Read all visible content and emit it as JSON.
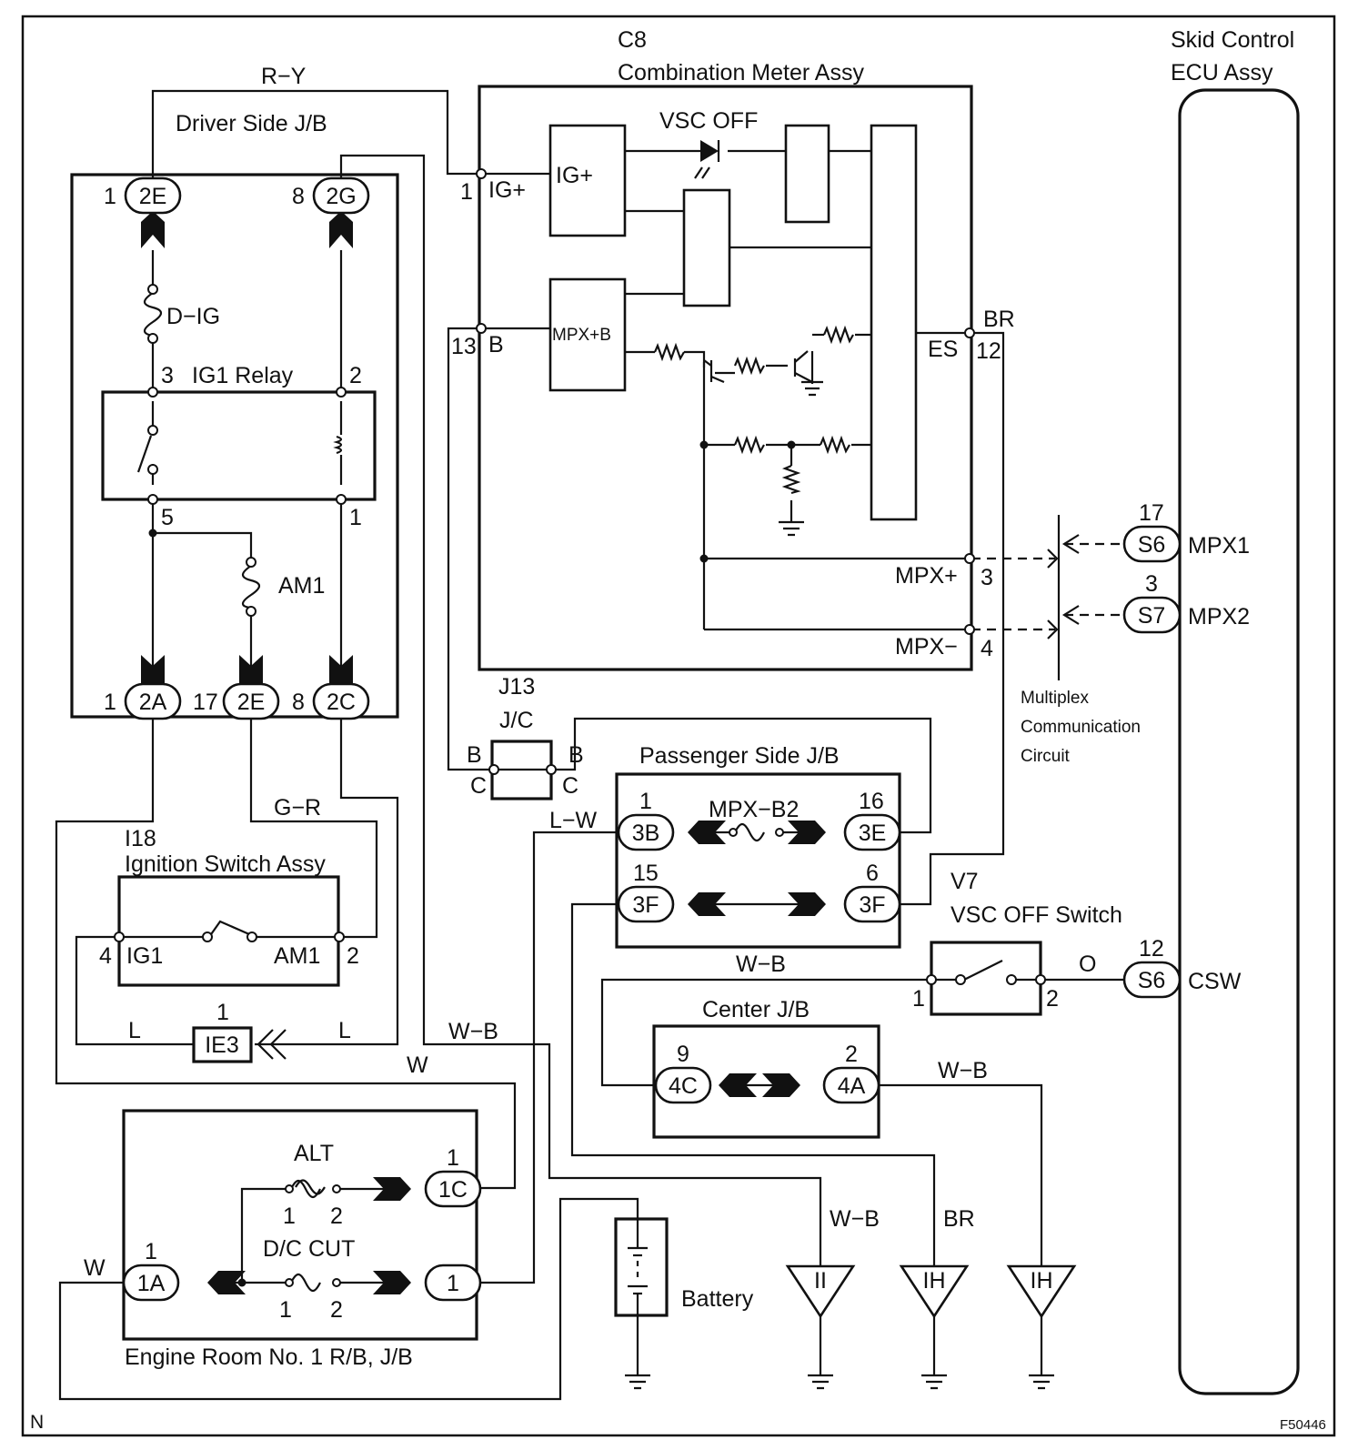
{
  "diagram_id": "F50446",
  "corner_mark": "N",
  "components": {
    "skid_ecu": {
      "line1": "Skid Control",
      "line2": "ECU Assy"
    },
    "combination_meter": {
      "code": "C8",
      "name": "Combination Meter Assy"
    },
    "driver_jb": {
      "name": "Driver Side J/B"
    },
    "ig1_relay": {
      "name": "IG1 Relay"
    },
    "fuse_dig": "D−IG",
    "fuse_am1": "AM1",
    "ignition_switch": {
      "code": "I18",
      "name": "Ignition Switch Assy",
      "left_term": "IG1",
      "right_term": "AM1"
    },
    "junction_connector": {
      "code": "J13",
      "name": "J/C"
    },
    "passenger_jb": {
      "name": "Passenger Side J/B",
      "fuse": "MPX−B2"
    },
    "center_jb": {
      "name": "Center J/B"
    },
    "vsc_switch": {
      "code": "V7",
      "name": "VSC OFF Switch"
    },
    "engine_room_rb": {
      "name": "Engine Room No. 1 R/B, J/B",
      "fuse_alt": "ALT",
      "fuse_dc": "D/C CUT"
    },
    "battery": "Battery",
    "multiplex": {
      "line1": "Multiplex",
      "line2": "Communication",
      "line3": "Circuit"
    },
    "vsc_off_indicator": "VSC OFF"
  },
  "meter_terminals": {
    "ig_plus": "IG+",
    "b": "B",
    "es": "ES",
    "mpx_plus": "MPX+",
    "mpx_minus": "MPX−",
    "block_ig": "IG+",
    "block_mpxb": "MPX+B"
  },
  "connectors": {
    "c2E_top": "2E",
    "c2G": "2G",
    "c2A": "2A",
    "c2E_bot": "2E",
    "c2C": "2C",
    "c3B": "3B",
    "c3E": "3E",
    "c3F_left": "3F",
    "c3F_right": "3F",
    "c4C": "4C",
    "c4A": "4A",
    "c1C": "1C",
    "c1A": "1A",
    "c1": "1",
    "ie3": "IE3",
    "s6_mpx": "S6",
    "s7": "S7",
    "s6_csw": "S6",
    "g_ii": "II",
    "g_ih1": "IH",
    "g_ih2": "IH"
  },
  "pins": {
    "p2E_top": "1",
    "p2G": "8",
    "p_relay3": "3",
    "p_relay2": "2",
    "p_relay5": "5",
    "p_relay1": "1",
    "p2A": "1",
    "p2E_bot": "17",
    "p2C": "8",
    "p_ig1": "4",
    "p_am1": "2",
    "p_ie3": "1",
    "p_meter1": "1",
    "p_meter13": "13",
    "p_meter12": "12",
    "p_meter3": "3",
    "p_meter4": "4",
    "p3B": "1",
    "p3E": "16",
    "p3F_left": "15",
    "p3F_right": "6",
    "p_vsc1": "1",
    "p_vsc2": "2",
    "p4C": "9",
    "p4A": "2",
    "p1C": "1",
    "p1A": "1",
    "p_alt1": "1",
    "p_alt2": "2",
    "p_dc1": "1",
    "p_dc2": "2",
    "p_s6_mpx": "17",
    "p_s7": "3",
    "p_s6_csw": "12"
  },
  "jc_terminals": {
    "b_left": "B",
    "b_right": "B",
    "c_left": "C",
    "c_right": "C"
  },
  "ecu_signals": {
    "mpx1": "MPX1",
    "mpx2": "MPX2",
    "csw": "CSW"
  },
  "wire_colors": {
    "ry": "R−Y",
    "gr": "G−R",
    "lw": "L−W",
    "wb_pjb": "W−B",
    "wb_left": "W−B",
    "w_top": "W",
    "w_left": "W",
    "l_left": "L",
    "l_right": "L",
    "br_meter": "BR",
    "o": "O",
    "wb_center": "W−B",
    "wb_ground": "W−B",
    "br_ground": "BR"
  }
}
